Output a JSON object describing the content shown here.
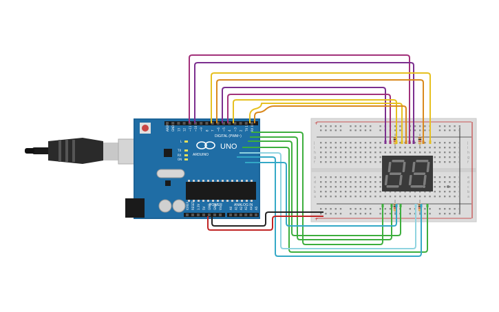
{
  "board": {
    "model_label": "UNO",
    "brand_label": "ARDUINO",
    "digital_label": "DIGITAL (PWM~)",
    "power_label": "POWER",
    "analog_label": "ANALOG IN",
    "tx_label": "TX",
    "rx_label": "RX",
    "l_label": "L",
    "on_label": "ON",
    "digital_pins": [
      "AREF",
      "GND",
      "13",
      "12",
      "~11",
      "~10",
      "~9",
      "8",
      "7",
      "~6",
      "~5",
      "4",
      "~3",
      "2",
      "TX 1",
      "RX 0"
    ],
    "power_pins": [
      "IOREF",
      "RESET",
      "3.3V",
      "5V",
      "GND",
      "GND",
      "Vin"
    ],
    "analog_pins": [
      "A0",
      "A1",
      "A2",
      "A3",
      "A4",
      "A5"
    ]
  },
  "breadboard": {
    "row_letters_top": [
      "j",
      "i",
      "h",
      "g",
      "f"
    ],
    "row_letters_bottom": [
      "e",
      "d",
      "c",
      "b",
      "a"
    ],
    "rail_plus": "+",
    "rail_minus": "−"
  },
  "display": {
    "digits": [
      "8.",
      "8."
    ]
  },
  "colors": {
    "board": "#1f6da5",
    "breadboard": "#dcdcdc",
    "display": "#3a3a3a",
    "segment": "#7d7d7d",
    "wire_magenta": "#a2307a",
    "wire_purple": "#7b2e8e",
    "wire_yellow": "#e6c01f",
    "wire_orange": "#d9881c",
    "wire_green": "#3cae3c",
    "wire_cyan": "#33a8c6",
    "wire_lightblue": "#8fd3e0",
    "wire_red": "#c02424",
    "wire_black": "#222222"
  }
}
